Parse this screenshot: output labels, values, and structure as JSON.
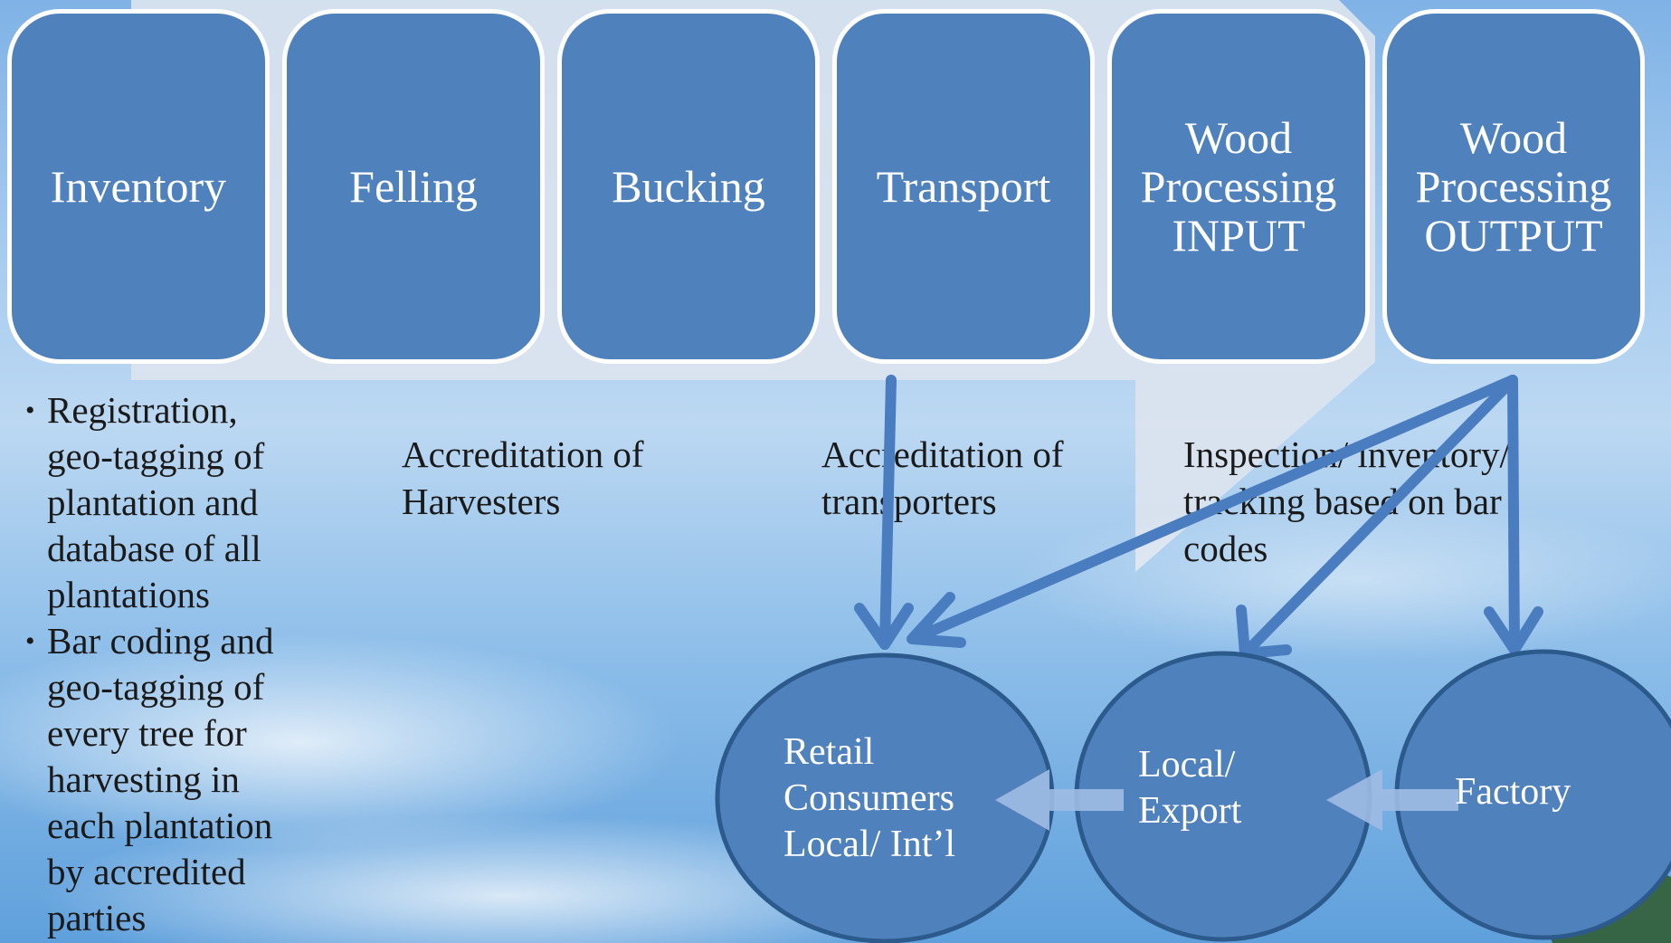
{
  "process_steps": [
    {
      "label": "Inventory"
    },
    {
      "label": "Felling"
    },
    {
      "label": "Bucking"
    },
    {
      "label": "Transport"
    },
    {
      "label": "Wood\nProcessing\nINPUT"
    },
    {
      "label": "Wood\nProcessing\nOUTPUT"
    }
  ],
  "inventory_notes": [
    "Registration,\ngeo-tagging of\nplantation and\ndatabase of all\nplantations",
    "Bar coding and\ngeo-tagging of\nevery tree for\nharvesting in\neach plantation\nby accredited\nparties"
  ],
  "felling_note": "Accreditation of\nHarvesters",
  "transport_note": "Accreditation of\ntransporters",
  "processing_note": "Inspection/ inventory/\ntracking based on bar\ncodes",
  "destinations": [
    {
      "label": "Retail\nConsumers\nLocal/ Int’l"
    },
    {
      "label": "Local/\nExport"
    },
    {
      "label": "Factory"
    }
  ],
  "colors": {
    "box_fill": "#4f81bd",
    "box_border": "#ffffff",
    "arrow": "#4a7dbf",
    "circle_stroke": "#2c5a8c"
  }
}
